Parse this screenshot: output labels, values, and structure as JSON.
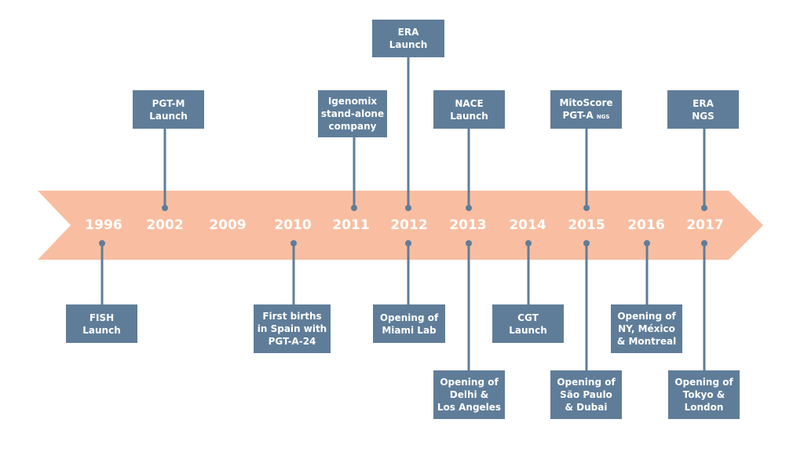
{
  "colors": {
    "arrow": "#f9bea1",
    "box": "#5f7d99",
    "connector": "#5f7d99",
    "text": "#ffffff"
  },
  "years": [
    "1996",
    "2002",
    "2009",
    "2010",
    "2011",
    "2012",
    "2013",
    "2014",
    "2015",
    "2016",
    "2017"
  ],
  "milestones": {
    "era_launch": {
      "line1": "ERA",
      "line2": "Launch"
    },
    "pgtm_launch": {
      "line1": "PGT-M",
      "line2": "Launch"
    },
    "igenomix_standalone": {
      "line1": "Igenomix",
      "line2": "stand-alone",
      "line3": "company"
    },
    "nace_launch": {
      "line1": "NACE",
      "line2": "Launch"
    },
    "mitoscore_pgta": {
      "line1": "MitoScore",
      "line2": "PGT-A",
      "line2_suffix": "NGS"
    },
    "era_ngs": {
      "line1": "ERA",
      "line2": "NGS"
    },
    "fish_launch": {
      "line1": "FISH",
      "line2": "Launch"
    },
    "first_births": {
      "line1": "First births",
      "line2": "in Spain with",
      "line3": "PGT-A-24"
    },
    "miami_lab": {
      "line1": "Opening of",
      "line2": "Miami Lab"
    },
    "cgt_launch": {
      "line1": "CGT",
      "line2": "Launch"
    },
    "ny_mexico_montreal": {
      "line1": "Opening of",
      "line2": "NY, México",
      "line3": "& Montreal"
    },
    "delhi_la": {
      "line1": "Opening of",
      "line2": "Delhi &",
      "line3": "Los Angeles"
    },
    "saopaulo_dubai": {
      "line1": "Opening of",
      "line2": "São Paulo",
      "line3": "& Dubai"
    },
    "tokyo_london": {
      "line1": "Opening of",
      "line2": "Tokyo &",
      "line3": "London"
    }
  }
}
